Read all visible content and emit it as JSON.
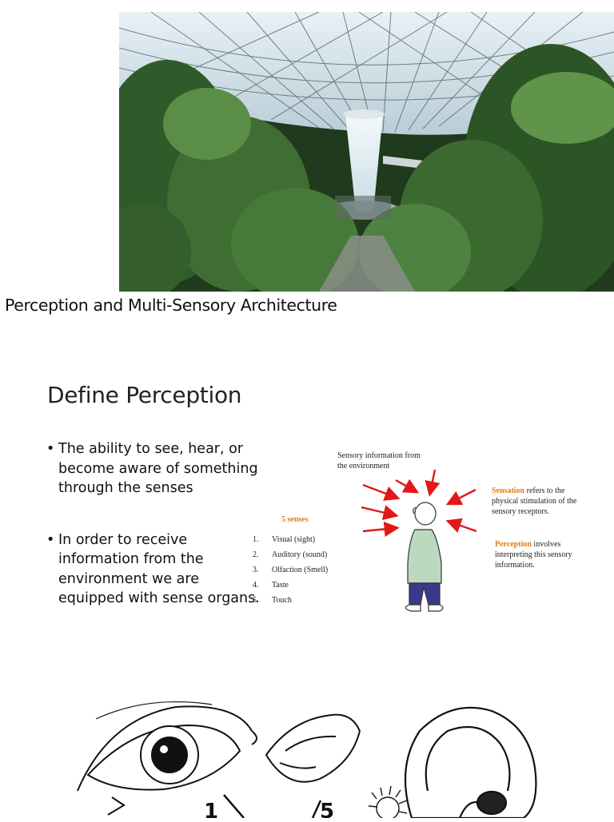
{
  "slide1": {
    "title": "Perception and Multi-Sensory Architecture"
  },
  "slide2": {
    "heading": "Define Perception",
    "bullets": [
      "The ability to see, hear, or become aware of something through the senses",
      "In order to receive information from the environment we are equipped with sense organs."
    ],
    "diagram": {
      "top_label": "Sensory information from the environment",
      "senses_title": "5 senses",
      "senses": [
        {
          "num": "1.",
          "text": "Visual (sight)"
        },
        {
          "num": "2.",
          "text": "Auditory (sound)"
        },
        {
          "num": "3.",
          "text": "Olfaction (Smell)"
        },
        {
          "num": "4.",
          "text": "Taste"
        },
        {
          "num": "5.",
          "text": "Touch"
        }
      ],
      "sensation_term": "Sensation",
      "sensation_text": "refers to the physical stimulation of the sensory receptors.",
      "perception_term": "Perception",
      "perception_text": "involves interpreting this sensory information."
    }
  },
  "slide3": {
    "labels": [
      "1",
      "5"
    ]
  },
  "colors": {
    "accent_orange": "#e07b1a",
    "arrow_red": "#e01818"
  }
}
